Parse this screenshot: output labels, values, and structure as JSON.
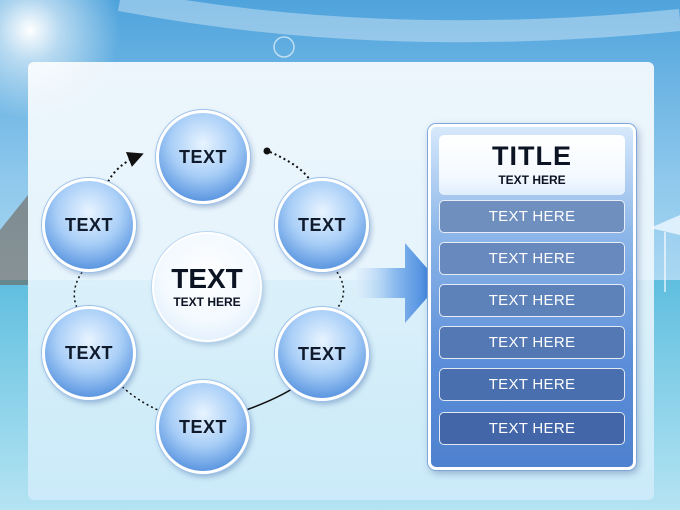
{
  "diagram": {
    "nodes": [
      {
        "label": "TEXT"
      },
      {
        "label": "TEXT"
      },
      {
        "label": "TEXT"
      },
      {
        "label": "TEXT"
      },
      {
        "label": "TEXT"
      },
      {
        "label": "TEXT"
      }
    ],
    "center": {
      "title": "TEXT",
      "subtitle": "TEXT HERE"
    }
  },
  "card": {
    "title": "TITLE",
    "subtitle": "TEXT HERE",
    "items": [
      {
        "label": "TEXT HERE",
        "color": "#6f8fbf"
      },
      {
        "label": "TEXT HERE",
        "color": "#6789bd"
      },
      {
        "label": "TEXT HERE",
        "color": "#5d82ba"
      },
      {
        "label": "TEXT HERE",
        "color": "#5478b4"
      },
      {
        "label": "TEXT HERE",
        "color": "#4a6fae"
      },
      {
        "label": "TEXT HERE",
        "color": "#4266a8"
      }
    ]
  },
  "colors": {
    "node_blue": "#5a95e0",
    "card_blue": "#4e81cf",
    "arrow_blue": "#3a7fdc"
  }
}
